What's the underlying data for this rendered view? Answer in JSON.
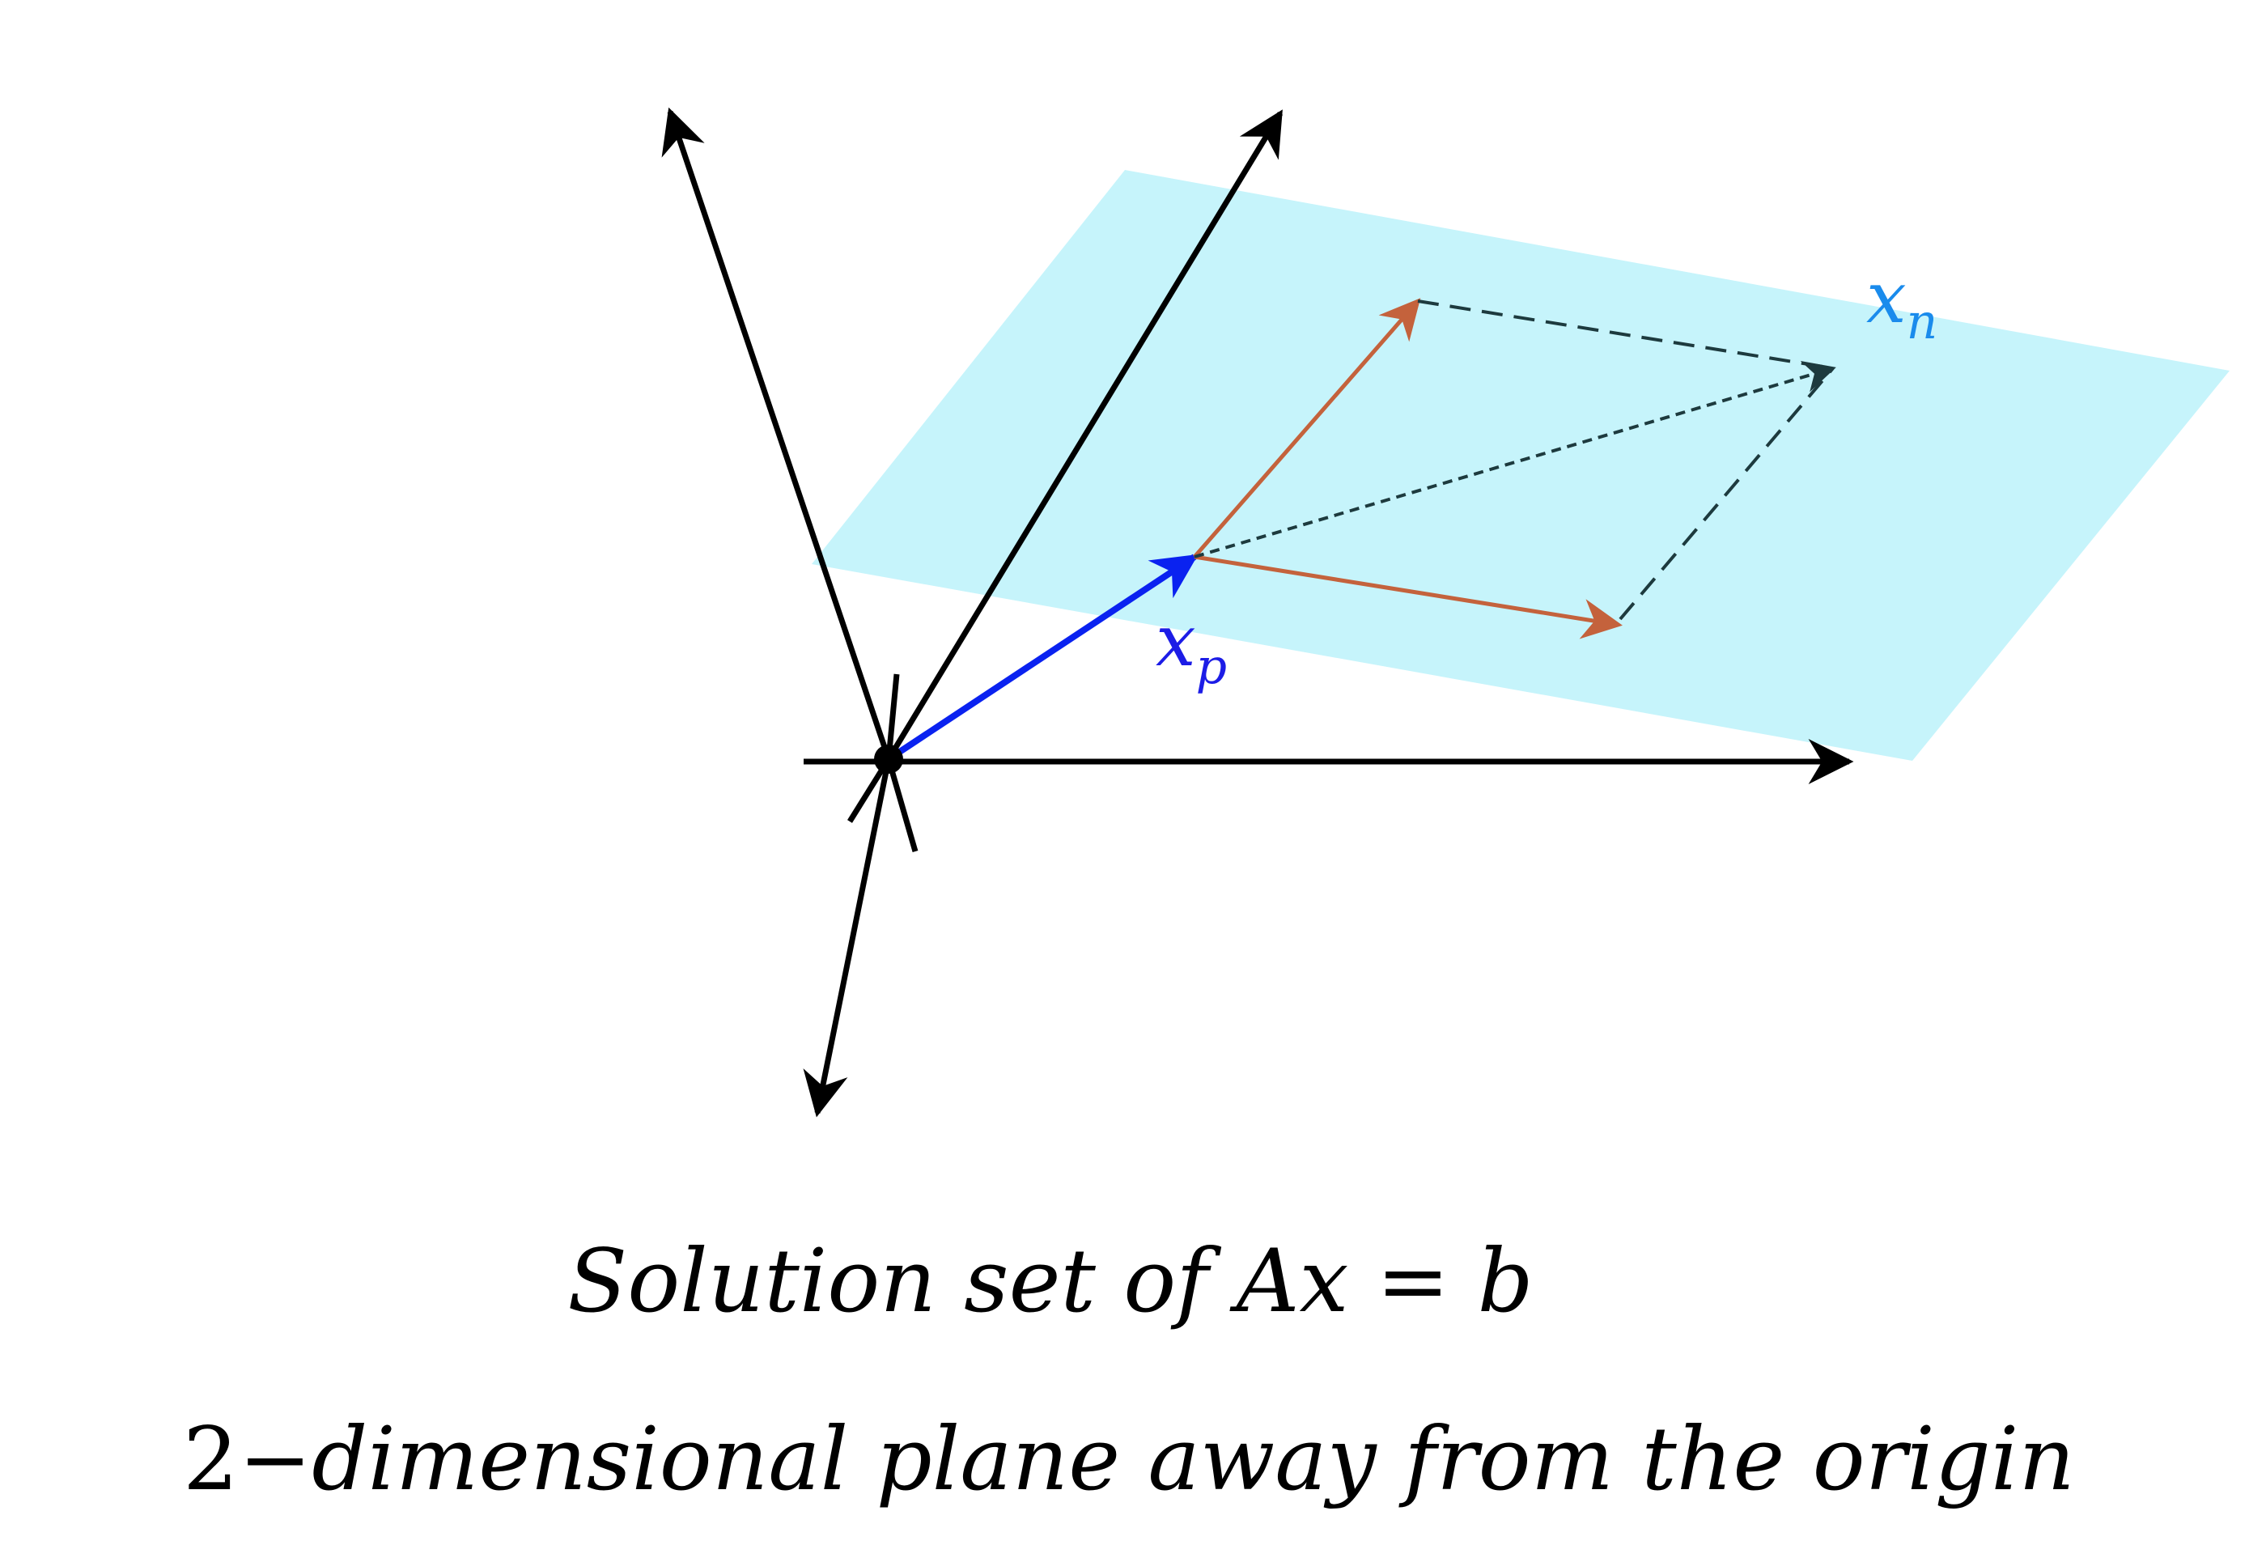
{
  "labels": {
    "xn_main": "x",
    "xn_sub": "n",
    "xp_main": "x",
    "xp_sub": "p"
  },
  "caption": {
    "line1_text": "Solution set of Ax = b",
    "line2_num": "2",
    "line2_text": "−dimensional plane away from the origin"
  },
  "colors": {
    "plane_fill": "#c6f4fb",
    "axis": "#000000",
    "particular_vector": "#0a22f0",
    "null_vectors": "#c4623c",
    "dashed": "#1d3a3e",
    "xn_label": "#1a8bec",
    "xp_label": "#1c1ce6"
  },
  "icons": {
    "origin": "origin-dot-icon",
    "arrowhead": "arrowhead-icon"
  }
}
